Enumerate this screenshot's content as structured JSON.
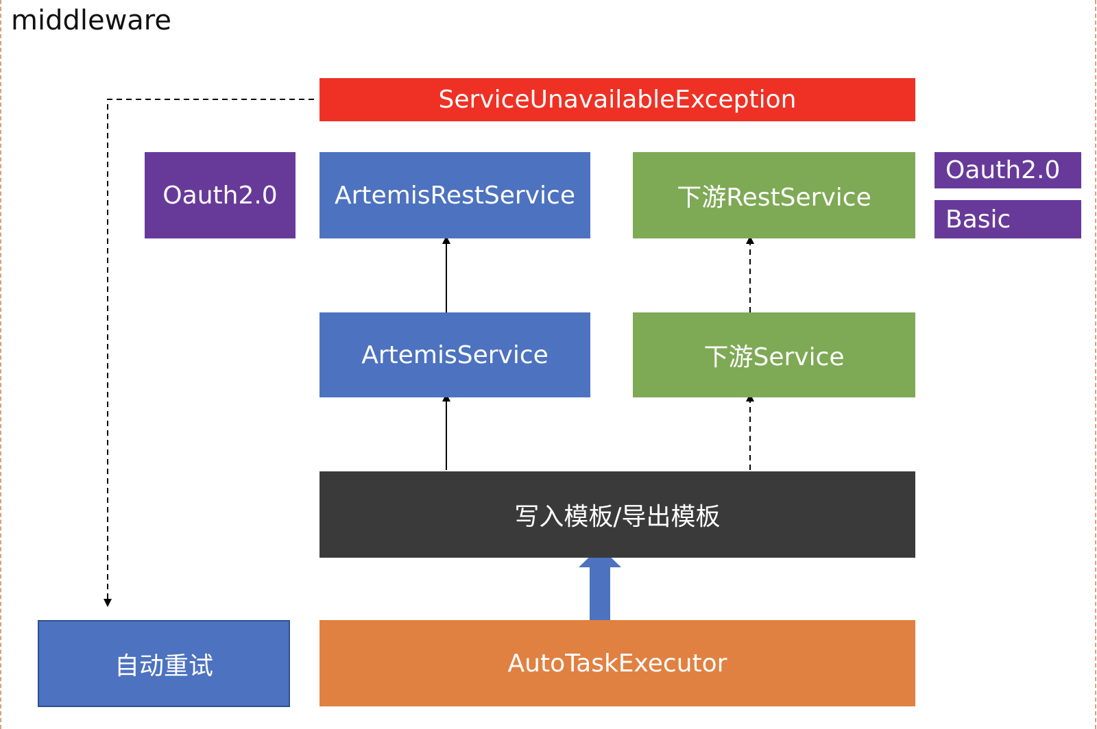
{
  "title": "middleware",
  "colors": {
    "red": "#ee3124",
    "blue": "#4d72bf",
    "green": "#7ea955",
    "purple": "#673a9a",
    "dark": "#3a3a3a",
    "orange": "#e08142",
    "frame": "#d9a07a"
  },
  "nodes": {
    "exception": "ServiceUnavailableException",
    "oauth_left": "Oauth2.0",
    "artemis_rest": "ArtemisRestService",
    "downstream_rest": "下游RestService",
    "oauth_right": "Oauth2.0",
    "basic": "Basic",
    "artemis_service": "ArtemisService",
    "downstream_service": "下游Service",
    "template": "写入模板/导出模板",
    "retry": "自动重试",
    "executor": "AutoTaskExecutor"
  }
}
